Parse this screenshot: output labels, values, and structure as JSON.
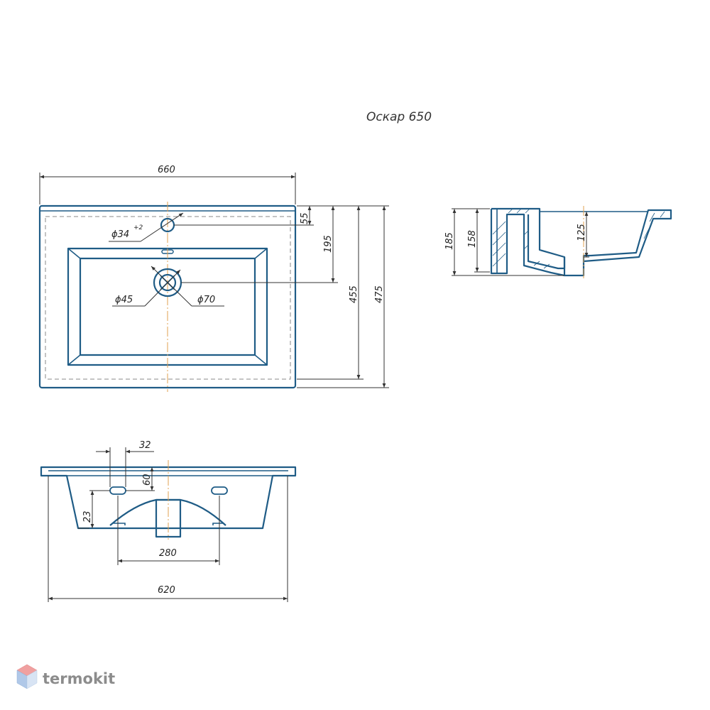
{
  "title": "Оскар 650",
  "brand": {
    "name": "termokit",
    "logo_icon": "cube-icon",
    "colors": {
      "top": "#f0a0a0",
      "left": "#b0c8e8",
      "right": "#d8e4f4",
      "text": "#8c8c8c"
    }
  },
  "colors": {
    "outline": "#1f5c86",
    "dimension": "#333333",
    "centerline": "#e0a050",
    "hidden": "#8a8a8a"
  },
  "views": {
    "top": {
      "width_660": "660",
      "hole_34_symbol": "ϕ34",
      "hole_34_tol": "+2",
      "offset_55": "55",
      "offset_195": "195",
      "depth_455": "455",
      "depth_475": "475",
      "drain_45": "ϕ45",
      "drain_70": "ϕ70"
    },
    "side": {
      "height_185": "185",
      "height_158": "158",
      "depth_125": "125"
    },
    "front": {
      "gap_32": "32",
      "height_60": "60",
      "height_23": "23",
      "spacing_280": "280",
      "width_620": "620"
    }
  }
}
